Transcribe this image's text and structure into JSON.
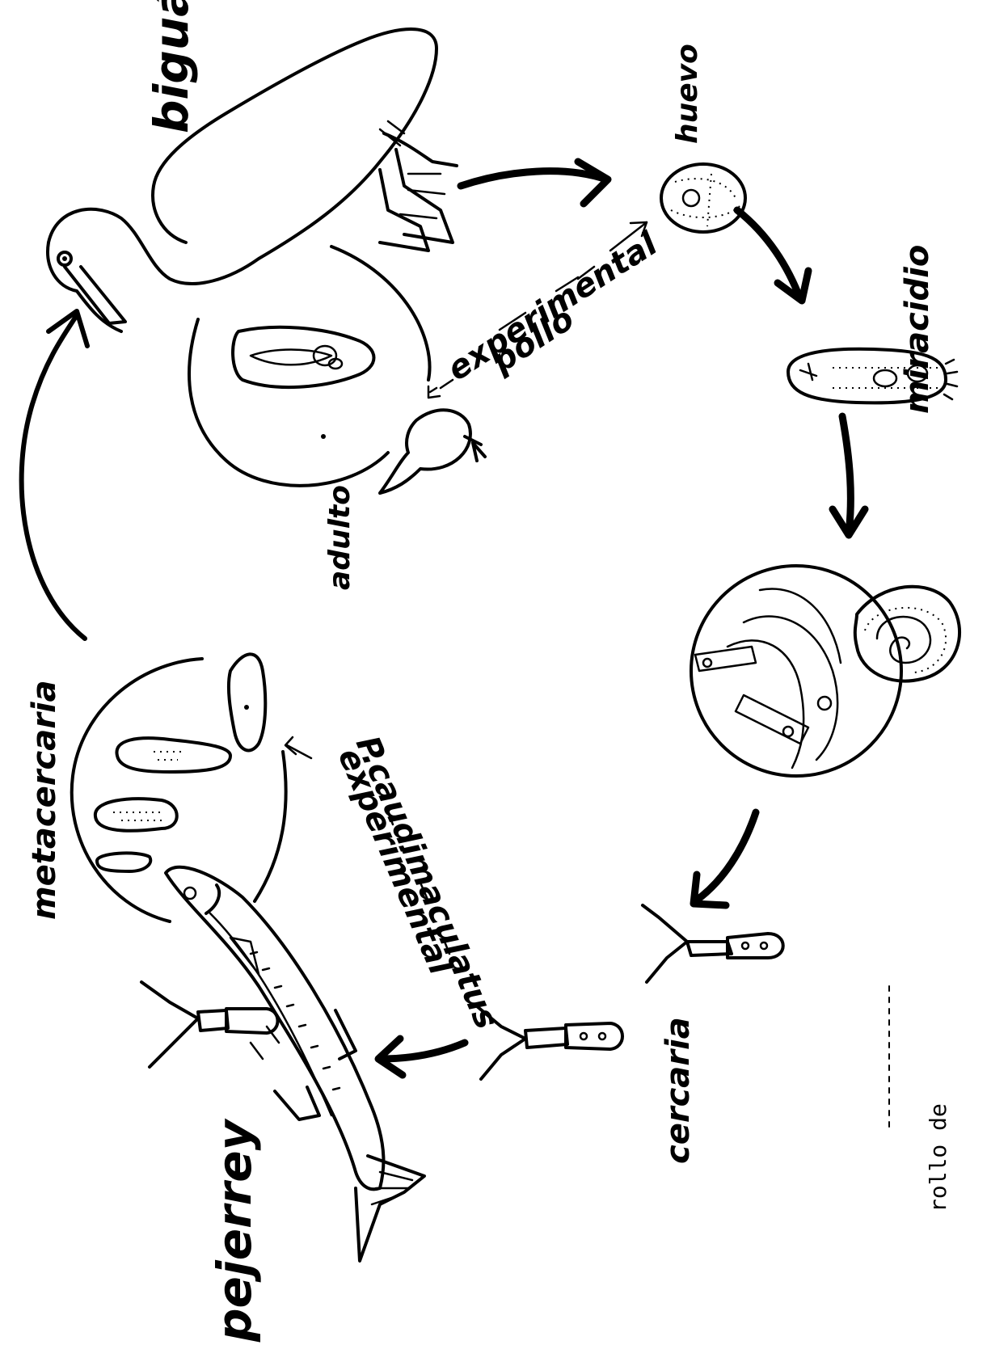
{
  "labels": {
    "bigua": "biguá",
    "huevo": "huevo",
    "miracidio": "miracidio",
    "adulto": "adulto",
    "experimental_top": "experimental",
    "pollo": "pollo",
    "metacercaria": "metacercaria",
    "experimental_bottom": "experimental",
    "p_caudimaculatus": "P.caudimaculatus",
    "cercaria": "cercaria",
    "pejerrey": "pejerrey",
    "footer": "rollo de"
  }
}
